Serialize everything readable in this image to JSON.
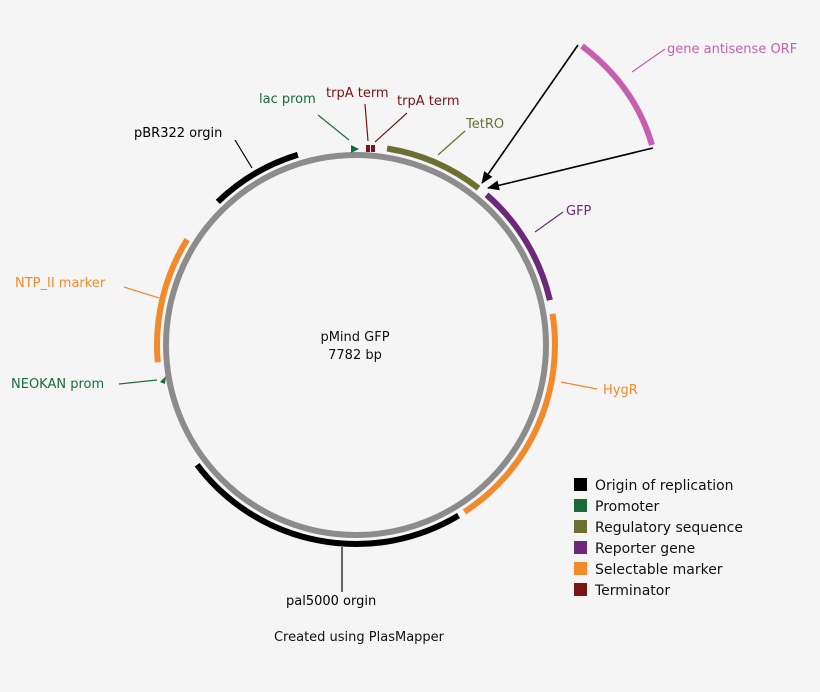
{
  "map": {
    "name": "pMind GFP",
    "length": "7782 bp",
    "credit": "Created using PlasMapper"
  },
  "colors": {
    "backbone": "#8c8c8c",
    "origin": "#000000",
    "promoter": "#1a6b3a",
    "regulatory": "#6b7030",
    "reporter": "#6a2a78",
    "selectable": "#f28a2b",
    "terminator": "#7a1515",
    "insert": "#c75fb0"
  },
  "features": [
    {
      "key": "pbr322",
      "label": "pBR322 orgin",
      "type": "origin"
    },
    {
      "key": "lacprom",
      "label": "lac prom",
      "type": "promoter"
    },
    {
      "key": "trpA1",
      "label": "trpA term",
      "type": "terminator"
    },
    {
      "key": "trpA2",
      "label": "trpA term",
      "type": "terminator"
    },
    {
      "key": "tetro",
      "label": "TetRO",
      "type": "regulatory"
    },
    {
      "key": "gfp",
      "label": "GFP",
      "type": "reporter"
    },
    {
      "key": "hygr",
      "label": "HygR",
      "type": "selectable"
    },
    {
      "key": "pal5000",
      "label": "pal5000 orgin",
      "type": "origin"
    },
    {
      "key": "neokan",
      "label": "NEOKAN prom",
      "type": "promoter"
    },
    {
      "key": "ntp",
      "label": "NTP_II marker",
      "type": "selectable"
    }
  ],
  "insert": {
    "label": "gene antisense ORF"
  },
  "legend": [
    {
      "label": "Origin of replication",
      "color": "#000000"
    },
    {
      "label": "Promoter",
      "color": "#1a6b3a"
    },
    {
      "label": "Regulatory sequence",
      "color": "#6b7030"
    },
    {
      "label": "Reporter gene",
      "color": "#6a2a78"
    },
    {
      "label": "Selectable marker",
      "color": "#f28a2b"
    },
    {
      "label": "Terminator",
      "color": "#7a1515"
    }
  ]
}
